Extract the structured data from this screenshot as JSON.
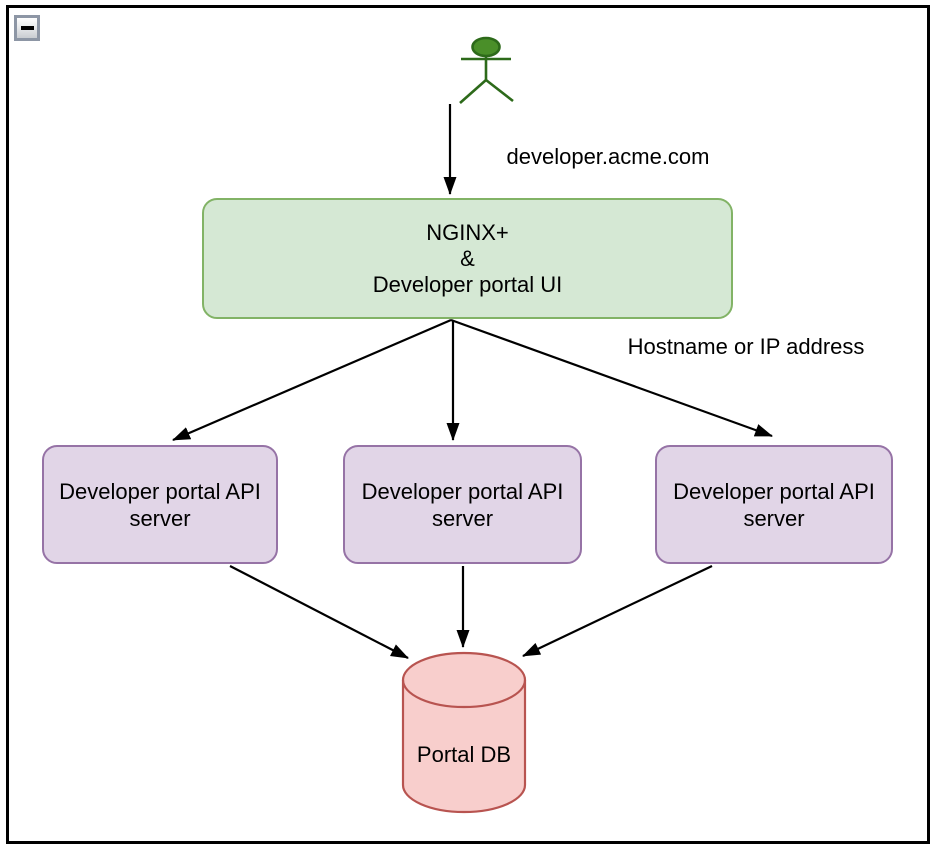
{
  "controls": {
    "collapse_button_icon": "minus-icon"
  },
  "edge_labels": {
    "user_request": "developer.acme.com",
    "fanout": "Hostname or IP address"
  },
  "nodes": {
    "gateway": {
      "line1": "NGINX+",
      "line2": "&",
      "line3": "Developer portal UI",
      "fill": "#d5e8d4",
      "stroke": "#82b366"
    },
    "api_servers": [
      {
        "line1": "Developer portal API",
        "line2": "server"
      },
      {
        "line1": "Developer portal API",
        "line2": "server"
      },
      {
        "line1": "Developer portal API",
        "line2": "server"
      }
    ],
    "api_server_style": {
      "fill": "#e1d5e7",
      "stroke": "#9673a6"
    },
    "database": {
      "label": "Portal DB",
      "fill": "#f8cecc",
      "stroke": "#b85450"
    },
    "actor": {
      "fill": "#4a8f29",
      "stroke": "#2d6a1a"
    }
  },
  "colors": {
    "arrow": "#000000",
    "frame_border": "#000000",
    "collapse_border": "#8d96a5"
  }
}
